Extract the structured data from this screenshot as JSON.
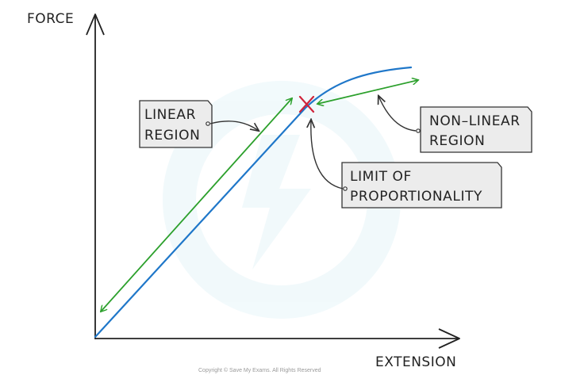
{
  "axes": {
    "y_label": "FORCE",
    "x_label": "EXTENSION"
  },
  "annotations": {
    "linear": {
      "line1": "LINEAR",
      "line2": "REGION"
    },
    "non_linear": {
      "line1": "NON–LINEAR",
      "line2": "REGION"
    },
    "limit": {
      "line1": "LIMIT  OF",
      "line2": "PROPORTIONALITY"
    }
  },
  "copyright": "Copyright © Save My Exams. All Rights Reserved",
  "colors": {
    "curve": "#1f77c9",
    "arrow": "#2ca02c",
    "limit_marker": "#d0233a",
    "axis": "#222222"
  }
}
